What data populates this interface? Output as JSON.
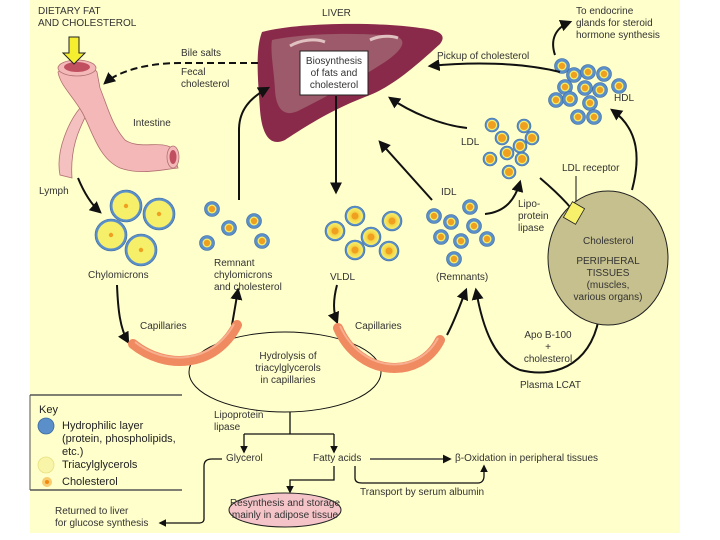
{
  "title": "Lipid transport and cholesterol metabolism",
  "colors": {
    "background": "#ffffcc",
    "page": "#ffffff",
    "hydrophilic_layer": "#5b8fc9",
    "triacylglycerol": "#f5ef6a",
    "cholesterol": "#f0a020",
    "liver": "#8a2a4a",
    "intestine": "#f4b8b8",
    "capillary": "#f08a60",
    "peripheral_tissue": "#c6c08e",
    "storage_ellipse": "#f4c4c8",
    "ldl_receptor": "#f7f06a"
  },
  "labels": {
    "dietary": "DIETARY FAT\nAND CHOLESTEROL",
    "liver": "LIVER",
    "endocrine": "To endocrine\nglands for steroid\nhormone synthesis",
    "bile_salts": "Bile salts",
    "fecal": "Fecal\ncholesterol",
    "biosynthesis": "Biosynthesis\nof fats and\ncholesterol",
    "pickup": "Pickup of cholesterol",
    "hdl": "HDL",
    "intestine": "Intestine",
    "ldl": "LDL",
    "ldl_receptor": "LDL receptor",
    "lymph": "Lymph",
    "idl": "IDL",
    "lipoprotein_lipase_right": "Lipo-\nprotein\nlipase",
    "cholesterol_tissue": "Cholesterol",
    "peripheral": "PERIPHERAL\nTISSUES\n(muscles,\nvarious organs)",
    "chylomicrons": "Chylomicrons",
    "remnant_chylo": "Remnant\nchylomicrons\nand cholesterol",
    "vldl": "VLDL",
    "remnants": "(Remnants)",
    "capillaries_left": "Capillaries",
    "capillaries_right": "Capillaries",
    "hydrolysis": "Hydrolysis of\ntriacylglycerols\nin capillaries",
    "apo_b100": "Apo B-100\n+\ncholesterol",
    "plasma_lcat": "Plasma LCAT",
    "lipoprotein_lipase": "Lipoprotein\nlipase",
    "glycerol": "Glycerol",
    "fatty_acids": "Fatty acids",
    "beta_oxidation": "β-Oxidation in peripheral tissues",
    "transport_albumin": "Transport by serum albumin",
    "resynthesis": "Resynthesis and storage\nmainly in adipose tissue",
    "returned_liver": "Returned to liver\nfor glucose synthesis"
  },
  "key": {
    "title": "Key",
    "items": [
      {
        "name": "hydrophilic",
        "label": "Hydrophilic layer\n(protein, phospholipids,\netc.)"
      },
      {
        "name": "triacylglycerols",
        "label": "Triacylglycerols"
      },
      {
        "name": "cholesterol",
        "label": "Cholesterol"
      }
    ]
  }
}
